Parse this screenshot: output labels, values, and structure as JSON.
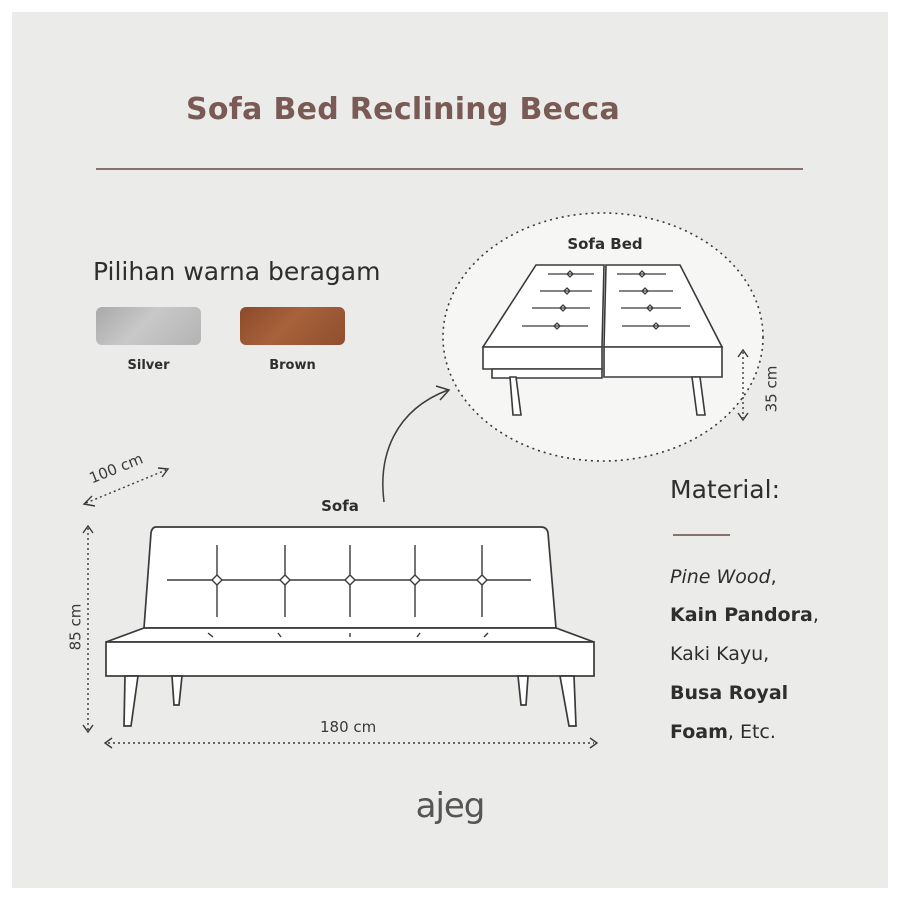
{
  "title": "Sofa Bed Reclining Becca",
  "colors": {
    "heading": "Pilihan warna beragam",
    "options": [
      {
        "label": "Silver",
        "color": "#b4b4b4"
      },
      {
        "label": "Brown",
        "color": "#9a5632"
      }
    ]
  },
  "diagram": {
    "sofa_label": "Sofa",
    "sofabed_label": "Sofa Bed",
    "dimensions": {
      "width": "180 cm",
      "height": "85 cm",
      "depth": "100 cm",
      "bed_height": "35 cm"
    }
  },
  "material": {
    "heading": "Material:",
    "items": [
      {
        "text": "Pine Wood",
        "style": "italic",
        "suffix": ","
      },
      {
        "text": "Kain Pandora",
        "style": "bold",
        "suffix": ","
      },
      {
        "text": "Kaki Kayu",
        "style": "normal",
        "suffix": ","
      },
      {
        "text": "Busa Royal",
        "style": "bold",
        "suffix": ""
      },
      {
        "text": "Foam",
        "style": "bold",
        "suffix": ", Etc."
      }
    ]
  },
  "brand": "ajeg",
  "palette": {
    "background": "#ebebea",
    "accent": "#7a5a54",
    "line": "#3a3a3a"
  }
}
